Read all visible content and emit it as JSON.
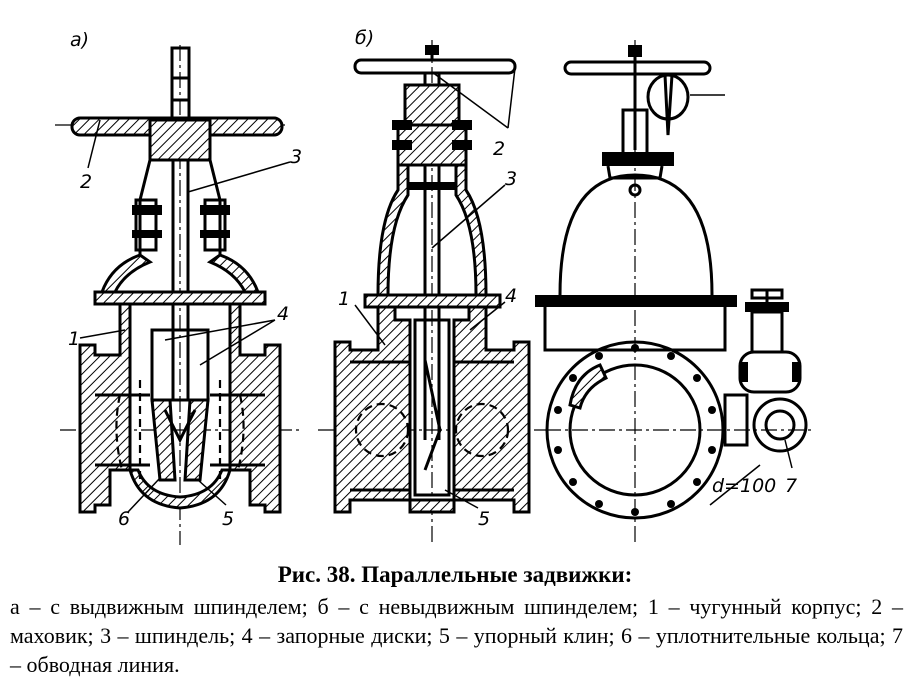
{
  "figure": {
    "variant_a_label": "а)",
    "variant_b_label": "б)",
    "callouts_a": [
      "1",
      "2",
      "3",
      "4",
      "5",
      "6"
    ],
    "callouts_b": [
      "1",
      "2",
      "3",
      "4",
      "5",
      "7"
    ],
    "bypass_dimension": "d=100"
  },
  "caption": {
    "title": "Рис. 38. Параллельные задвижки:",
    "text": "а – с выдвижным шпинделем; б – с невыдвижным шпинделем; 1 – чугунный корпус; 2 – маховик; 3 – шпиндель; 4 – запорные диски; 5 – упорный клин; 6 – уплотнительные кольца; 7 – обводная линия."
  }
}
